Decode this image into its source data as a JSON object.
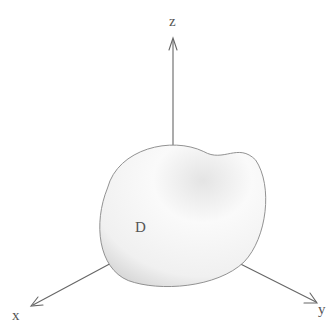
{
  "diagram": {
    "nodes": [
      {
        "text": [
          "D"
        ]
      }
    ],
    "labels": [
      "z",
      "x",
      "y"
    ]
  }
}
